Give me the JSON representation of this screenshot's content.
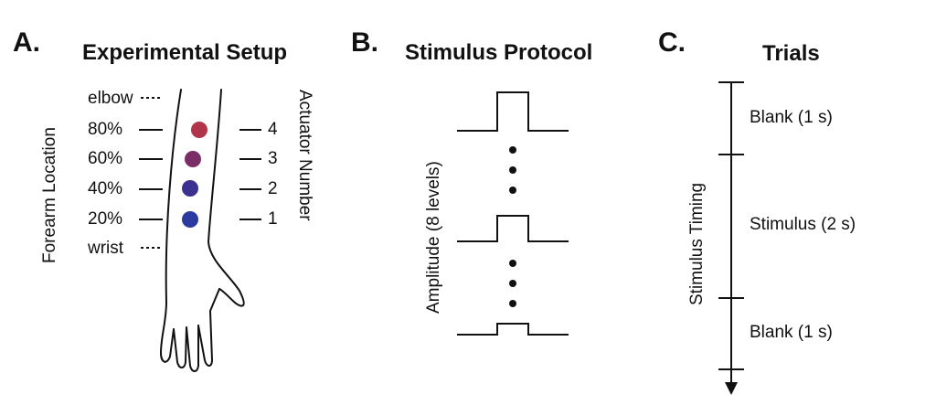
{
  "panel_a": {
    "letter": "A.",
    "title": "Experimental Setup",
    "axis_left": "Forearm Location",
    "axis_right": "Actuator Number",
    "locations": [
      "elbow",
      "80%",
      "60%",
      "40%",
      "20%",
      "wrist"
    ],
    "actuators": [
      "4",
      "3",
      "2",
      "1"
    ],
    "dot_colors": [
      "#b0344a",
      "#7b2d66",
      "#3b3191",
      "#2b3aa0"
    ]
  },
  "panel_b": {
    "letter": "B.",
    "title": "Stimulus Protocol",
    "axis": "Amplitude (8 levels)"
  },
  "panel_c": {
    "letter": "C.",
    "title": "Trials",
    "axis": "Stimulus Timing",
    "phases": [
      "Blank (1 s)",
      "Stimulus (2 s)",
      "Blank (1 s)"
    ]
  }
}
